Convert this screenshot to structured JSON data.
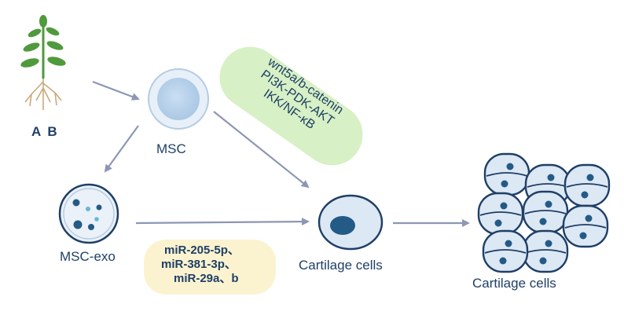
{
  "labels": {
    "source": "A B",
    "msc": "MSC",
    "msc_exo": "MSC-exo",
    "cartilage_single": "Cartilage cells",
    "cartilage_group": "Cartilage cells"
  },
  "pathways": [
    "wnt5a/b-catenin",
    "PI3K-PDK-AKT",
    "IKK/NF-κB"
  ],
  "mirnas": [
    "miR-205-5p、",
    "miR-381-3p、",
    "miR-29a、b"
  ],
  "colors": {
    "text": "#1f3f66",
    "arrow": "#8c97b4",
    "pathway_box": "#d7f0c5",
    "mirna_box": "#fbf3cf",
    "cell_fill": "#dde8f5",
    "cell_stroke": "#1f3f66",
    "nucleus": "#245a86",
    "plant_leaf": "#4f9a3c",
    "plant_root": "#c9a97a"
  },
  "icons": [
    "plant-icon",
    "msc-cell-icon",
    "exosome-icon",
    "cartilage-cell-icon",
    "cartilage-cluster-icon"
  ]
}
